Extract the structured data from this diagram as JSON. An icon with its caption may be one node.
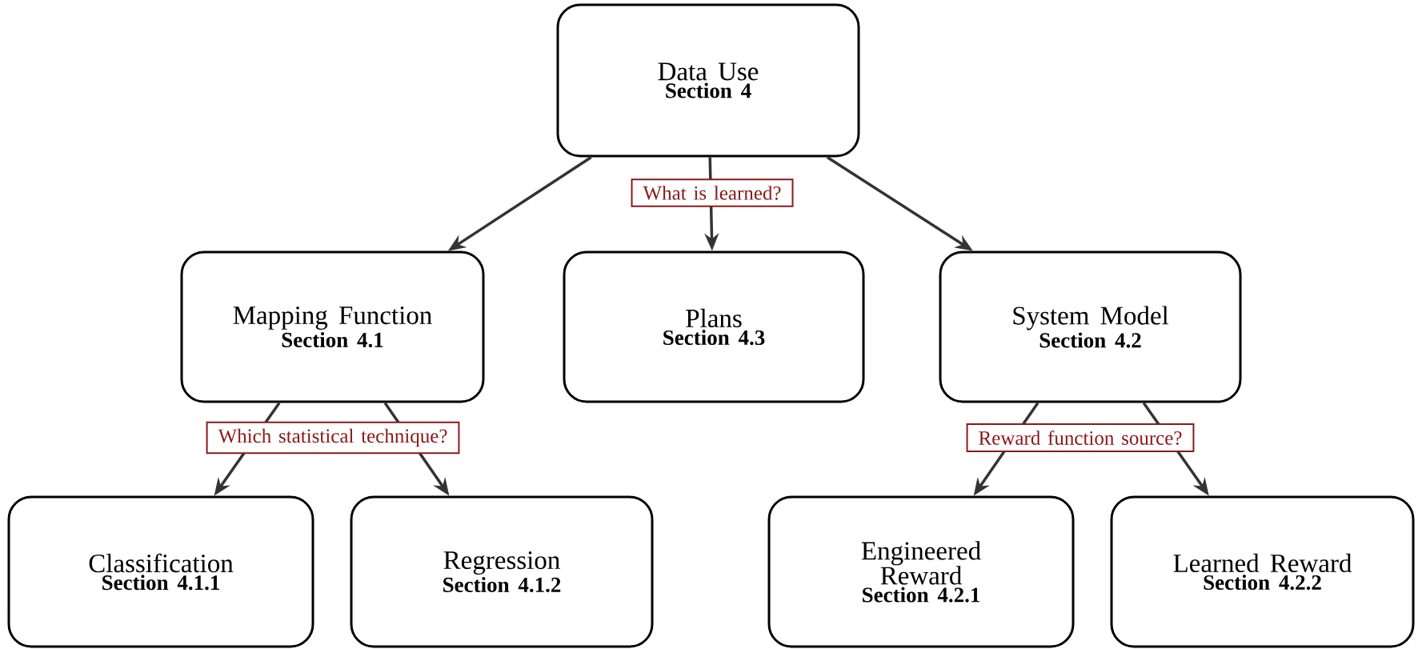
{
  "diagram": {
    "nodes": [
      {
        "text": [
          "Data Use",
          "Section 4"
        ]
      },
      {
        "text": [
          "Mapping Function",
          "Section 4.1"
        ]
      },
      {
        "text": [
          "Plans",
          "Section 4.3"
        ]
      },
      {
        "text": [
          "System Model",
          "Section 4.2"
        ]
      },
      {
        "text": [
          "Classification",
          "Section 4.1.1"
        ]
      },
      {
        "text": [
          "Regression",
          "Section 4.1.2"
        ]
      },
      {
        "text": [
          "Engineered Reward",
          "Section 4.2.1"
        ]
      },
      {
        "text": [
          "Learned Reward",
          "Section 4.2.2"
        ]
      }
    ],
    "edges": [
      {
        "from": 0,
        "to": 1,
        "arrow": "to"
      },
      {
        "from": 0,
        "to": 2,
        "arrow": "to",
        "label": "What is learned?"
      },
      {
        "from": 0,
        "to": 3,
        "arrow": "to"
      },
      {
        "from": 1,
        "to": 4,
        "arrow": "to",
        "label": "Which statistical technique?"
      },
      {
        "from": 1,
        "to": 5,
        "arrow": "to"
      },
      {
        "from": 3,
        "to": 6,
        "arrow": "to",
        "label": "Reward function source?"
      },
      {
        "from": 3,
        "to": 7,
        "arrow": "to"
      }
    ]
  }
}
